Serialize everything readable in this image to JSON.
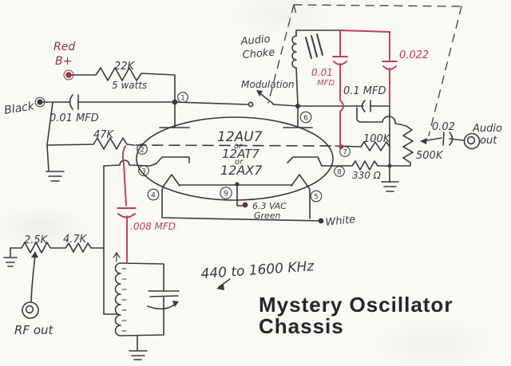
{
  "title": {
    "line1": "Mystery Oscillator",
    "line2": "Chassis"
  },
  "frequency_note": {
    "text": "440 to 1600 KHz"
  },
  "colors": {
    "ink": "#3a3a3c",
    "red": "#c23b5a",
    "maroon": "#9d3040",
    "title": "#262626"
  },
  "terminals": {
    "red_b_plus": {
      "line1": "Red",
      "line2": "B+"
    },
    "black": {
      "label": "Black"
    },
    "white": {
      "label": "White"
    },
    "heater": {
      "line1": "6.3 VAC",
      "line2": "Green"
    },
    "rf_out": {
      "label": "RF out"
    },
    "audio_out": {
      "line1": "Audio",
      "line2": "out"
    }
  },
  "components": {
    "r_22k": {
      "value": "22K",
      "rating": "5 watts"
    },
    "c_input": {
      "value": "0.01 MFD"
    },
    "r_47k": {
      "value": "47K"
    },
    "tube": {
      "line1": "12AU7",
      "or1": "or",
      "line2": "12AT7",
      "or2": "or",
      "line3": "12AX7"
    },
    "audio_choke": {
      "line1": "Audio",
      "line2": "Choke"
    },
    "modulation": {
      "label": "Modulation"
    },
    "c_choke_1": {
      "line1": "0.01",
      "line2": "MFD"
    },
    "c_choke_2": {
      "value": "0.022"
    },
    "c_coupling": {
      "value": "0.1 MFD"
    },
    "r_100k": {
      "value": "100K"
    },
    "r_500k": {
      "value": "500K"
    },
    "c_audio": {
      "value": "0.02"
    },
    "r_330": {
      "value": "330 Ω"
    },
    "c_grid": {
      "value": ".008 MFD"
    },
    "r_2_5k": {
      "value": "2.5K"
    },
    "r_4_7k": {
      "value": "4.7K"
    }
  },
  "pins": [
    "1",
    "2",
    "3",
    "4",
    "5",
    "6",
    "7",
    "8",
    "9"
  ]
}
